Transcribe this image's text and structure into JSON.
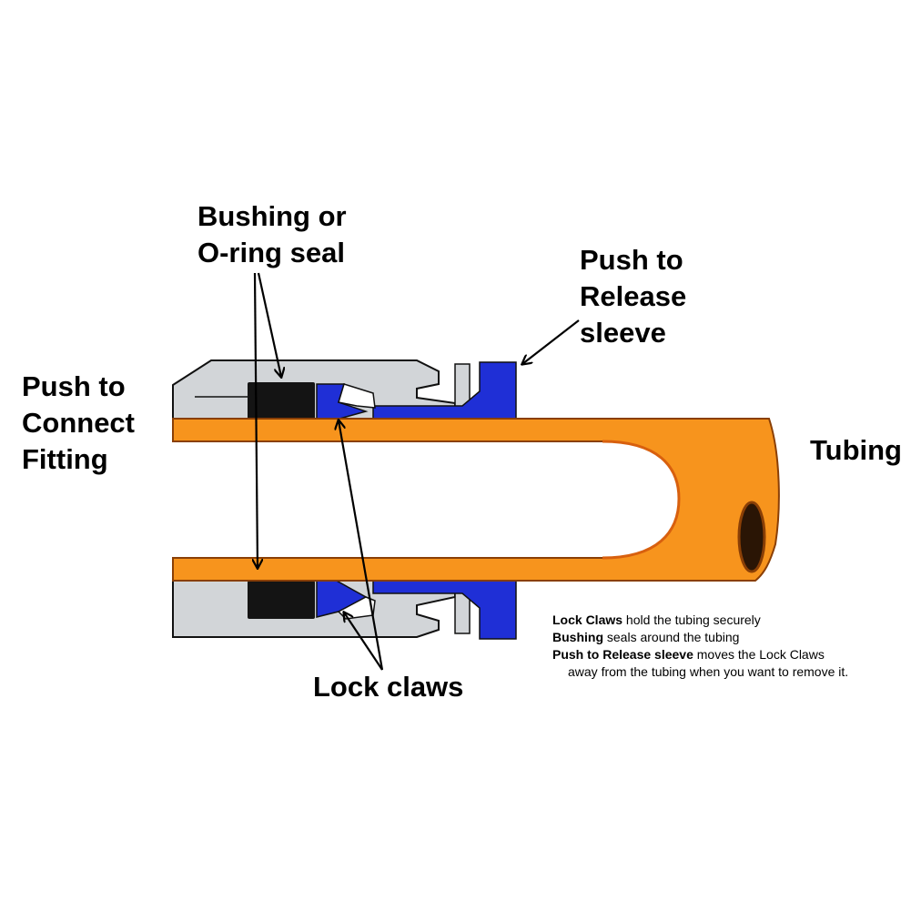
{
  "labels": {
    "bushing": [
      "Bushing or",
      "O-ring seal"
    ],
    "release": [
      "Push to",
      "Release",
      "sleeve"
    ],
    "fitting": [
      "Push to",
      "Connect",
      "Fitting"
    ],
    "tubing": "Tubing",
    "lock_claws": "Lock claws"
  },
  "legend": [
    {
      "bold": "Lock Claws",
      "text": " hold the tubing securely"
    },
    {
      "bold": "Bushing",
      "text": " seals around the tubing"
    },
    {
      "bold": "Push to Release sleeve",
      "text": " moves the Lock Claws"
    },
    {
      "bold": "",
      "text": "away from the tubing when you want to remove it."
    }
  ],
  "colors": {
    "body": "#d2d5d8",
    "tube": "#f7941d",
    "tube_edge": "#e8761a",
    "sleeve": "#1f2fd6",
    "seal": "#141414",
    "arrow": "#000000"
  }
}
